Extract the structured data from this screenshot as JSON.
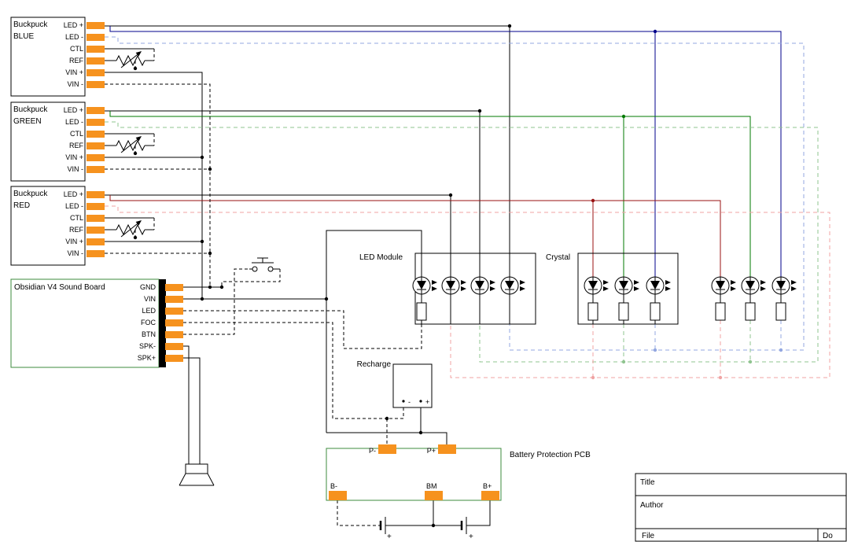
{
  "buckpucks": [
    {
      "name": "Buckpuck",
      "color_label": "BLUE",
      "pins": [
        "LED +",
        "LED -",
        "CTL",
        "REF",
        "VIN +",
        "VIN -"
      ]
    },
    {
      "name": "Buckpuck",
      "color_label": "GREEN",
      "pins": [
        "LED +",
        "LED -",
        "CTL",
        "REF",
        "VIN +",
        "VIN -"
      ]
    },
    {
      "name": "Buckpuck",
      "color_label": "RED",
      "pins": [
        "LED +",
        "LED -",
        "CTL",
        "REF",
        "VIN +",
        "VIN -"
      ]
    }
  ],
  "sound_board": {
    "label": "Obsidian V4 Sound Board",
    "pins": [
      "GND",
      "VIN",
      "LED",
      "FOC",
      "BTN",
      "SPK-",
      "SPK+"
    ]
  },
  "led_module": {
    "label": "LED Module"
  },
  "crystal": {
    "label": "Crystal"
  },
  "recharge": {
    "label": "Recharge",
    "minus_label": "-",
    "plus_label": "+"
  },
  "battery_pcb": {
    "label": "Battery Protection PCB",
    "pads": [
      "P-",
      "P+",
      "B-",
      "BM",
      "B+"
    ]
  },
  "batteries": {
    "battery1_plus": "+",
    "battery2_plus": "+"
  },
  "title_block": {
    "title": "Title",
    "author": "Author",
    "file": "File",
    "doc": "Do"
  },
  "colors": {
    "pad_orange": "#F6921E",
    "board_outline_green": "#3D8B3D",
    "wire_blue": "#00008B",
    "wire_green": "#007A00",
    "wire_red": "#991111",
    "wire_blue_dashed": "#93A7E0",
    "wire_green_dashed": "#8FC48F",
    "wire_red_dashed": "#F0A3A3"
  }
}
